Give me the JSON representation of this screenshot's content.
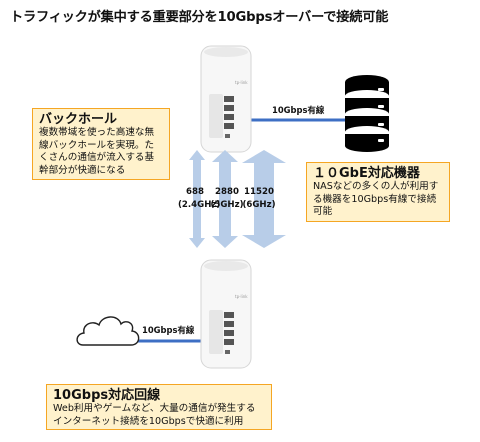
{
  "title": "トラフィックが集中する重要部分を10Gbpsオーバーで接続可能",
  "backhaul": {
    "heading": "バックホール",
    "body": "複数帯域を使った高速な無線バックホールを実現。たくさんの通信が流入する基幹部分が快適になる"
  },
  "device10g": {
    "heading": "１０GbE対応機器",
    "body": "NASなどの多くの人が利用する機器を10Gbps有線で接続可能"
  },
  "line10g": {
    "heading": "10Gbps対応回線",
    "body": "Web利用やゲームなど、大量の通信が発生するインターネット接続を10Gbpsで快適に利用"
  },
  "top_link_label": "10Gbps有線",
  "bottom_link_label": "10Gbps有線",
  "speeds": [
    {
      "value": "688",
      "band": "(2.4GHz)"
    },
    {
      "value": "2880",
      "band": "(5GHz)"
    },
    {
      "value": "11520",
      "band": "(6GHz)"
    }
  ],
  "brand_mark": "tp-link",
  "colors": {
    "cable": "#3d6fc4",
    "arrow": "#b8cde8",
    "note_bg": "#fff2cc",
    "note_border": "#f5a623"
  }
}
